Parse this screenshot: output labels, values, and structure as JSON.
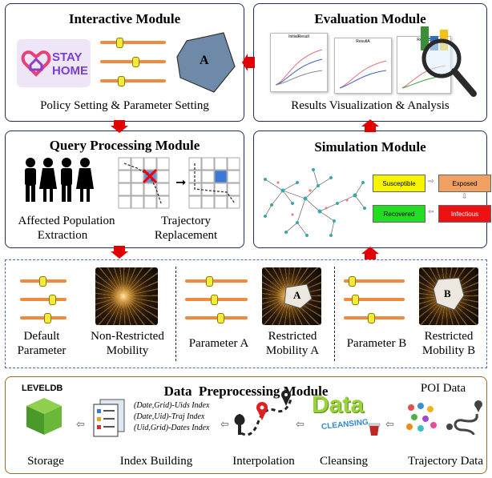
{
  "interactive": {
    "title": "Interactive Module",
    "caption": "Policy Setting & Parameter Setting",
    "logo_line1": "STAY",
    "logo_line2": "HOME",
    "region_label": "A"
  },
  "evaluation": {
    "title": "Evaluation Module",
    "caption": "Results Visualization & Analysis",
    "chart1_title": "InitialResult",
    "chart2_title": "ResultA",
    "chart3_title": "ResultB"
  },
  "query": {
    "title": "Query Processing Module",
    "caption1_line1": "Affected Population",
    "caption1_line2": "Extraction",
    "caption2_line1": "Trajectory",
    "caption2_line2": "Replacement"
  },
  "simulation": {
    "title": "Simulation Module",
    "states": [
      "Susceptible",
      "Exposed",
      "Infectious",
      "Recovered"
    ],
    "state_colors": [
      "#f5f500",
      "#f0a060",
      "#ee1111",
      "#22dd22"
    ]
  },
  "scenarios": [
    {
      "left_line1": "Default",
      "left_line2": "Parameter",
      "right_line1": "Non-Restricted",
      "right_line2": "Mobility",
      "overlay": ""
    },
    {
      "left_line1": "Parameter A",
      "left_line2": "",
      "right_line1": "Restricted",
      "right_line2": "Mobility A",
      "overlay": "A"
    },
    {
      "left_line1": "Parameter B",
      "left_line2": "",
      "right_line1": "Restricted",
      "right_line2": "Mobility B",
      "overlay": "B"
    }
  ],
  "preprocessing": {
    "title": "Data  Preprocessing Module",
    "storage_brand": "LEVELDB",
    "storage": "Storage",
    "index_lines": [
      "(Date,Grid)-Uids Index",
      "(Date,Uid)-Traj Index",
      "(Uid,Grid)-Dates Index"
    ],
    "index_building": "Index Building",
    "interpolation": "Interpolation",
    "cleansing": "Cleansing",
    "cleansing_word1": "Data",
    "cleansing_word2": "CLEANSING",
    "poi": "POI Data",
    "trajectory": "Trajectory Data"
  }
}
